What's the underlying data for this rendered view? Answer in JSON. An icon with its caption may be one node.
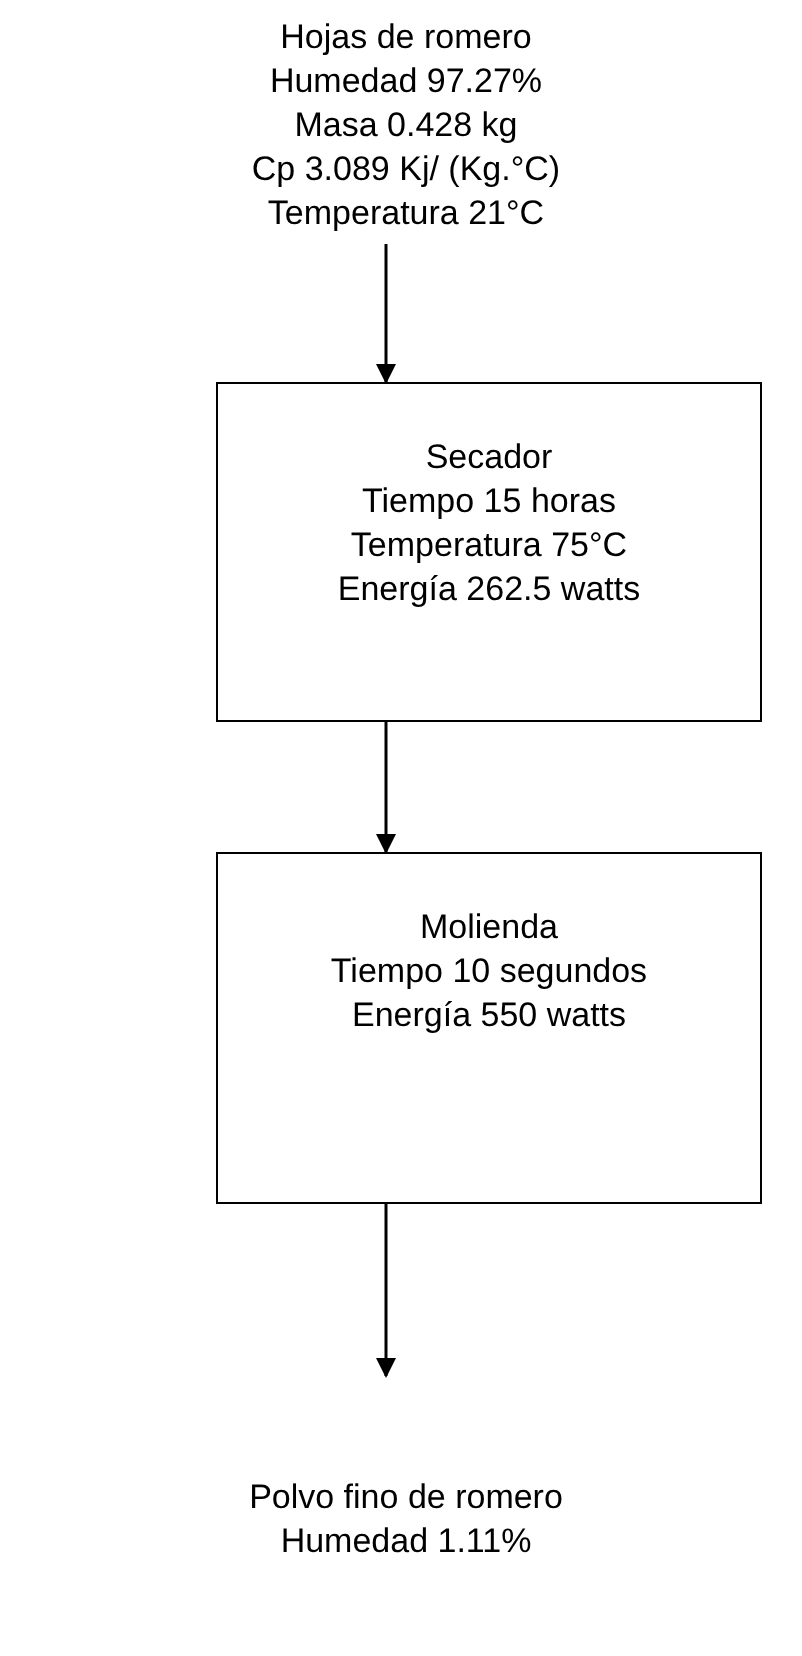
{
  "diagram": {
    "nodes": [
      {
        "text": [
          "Hojas de romero",
          "Humedad 97.27%",
          "Masa 0.428 kg",
          "Cp 3.089 Kj/ (Kg.°C)",
          "Temperatura 21°C"
        ]
      },
      {
        "text": [
          "Secador",
          "Tiempo 15 horas",
          "Temperatura 75°C",
          "Energía 262.5 watts"
        ]
      },
      {
        "text": [
          "Molienda",
          "Tiempo 10 segundos",
          "Energía 550 watts"
        ]
      },
      {
        "text": [
          "Polvo fino de romero",
          "Humedad 1.11%"
        ]
      }
    ],
    "edges": [
      {
        "from": 0,
        "to": 1,
        "arrow": "to"
      },
      {
        "from": 1,
        "to": 2,
        "arrow": "to"
      },
      {
        "from": 2,
        "to": 3,
        "arrow": "to"
      }
    ]
  }
}
